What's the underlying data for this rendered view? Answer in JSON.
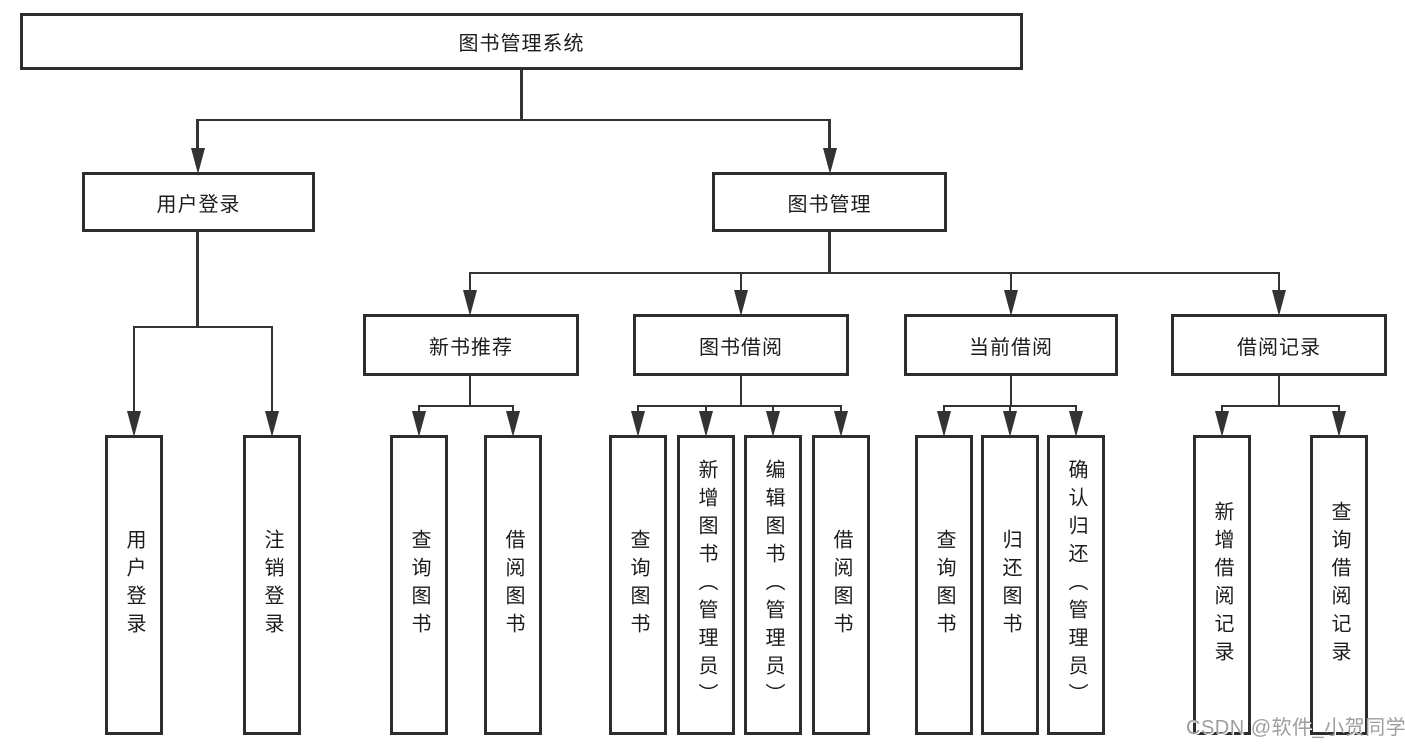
{
  "diagram": {
    "root": {
      "label": "图书管理系统"
    },
    "branches": {
      "user_login": {
        "label": "用户登录",
        "children": [
          "用户登录",
          "注销登录"
        ]
      },
      "book_management": {
        "label": "图书管理",
        "children": {
          "new_book_recommend": {
            "label": "新书推荐",
            "children": [
              "查询图书",
              "借阅图书"
            ]
          },
          "book_borrow": {
            "label": "图书借阅",
            "children": [
              "查询图书",
              "新增图书（管理员）",
              "编辑图书（管理员）",
              "借阅图书"
            ]
          },
          "current_borrow": {
            "label": "当前借阅",
            "children": [
              "查询图书",
              "归还图书",
              "确认归还（管理员）"
            ]
          },
          "borrow_record": {
            "label": "借阅记录",
            "children": [
              "新增借阅记录",
              "查询借阅记录"
            ]
          }
        }
      }
    },
    "watermark": "CSDN @软件_小贺同学",
    "colors": {
      "line": "#333333",
      "border": "#2d2d2d",
      "text": "#1c1c1c",
      "watermark": "#9e9e9e"
    }
  }
}
